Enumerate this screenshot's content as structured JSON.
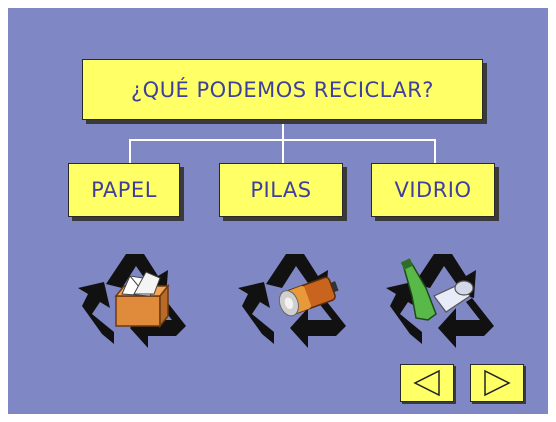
{
  "title": "¿QUÉ PODEMOS RECICLAR?",
  "categories": [
    {
      "label": "PAPEL",
      "icon": "recycle-paper-icon"
    },
    {
      "label": "PILAS",
      "icon": "recycle-battery-icon"
    },
    {
      "label": "VIDRIO",
      "icon": "recycle-glass-icon"
    }
  ],
  "navigation": {
    "back_icon": "triangle-left-icon",
    "forward_icon": "triangle-right-icon"
  },
  "colors": {
    "background": "#7f87c4",
    "box": "#ffff66",
    "text": "#3f3fa0",
    "connector": "#ffffff"
  }
}
